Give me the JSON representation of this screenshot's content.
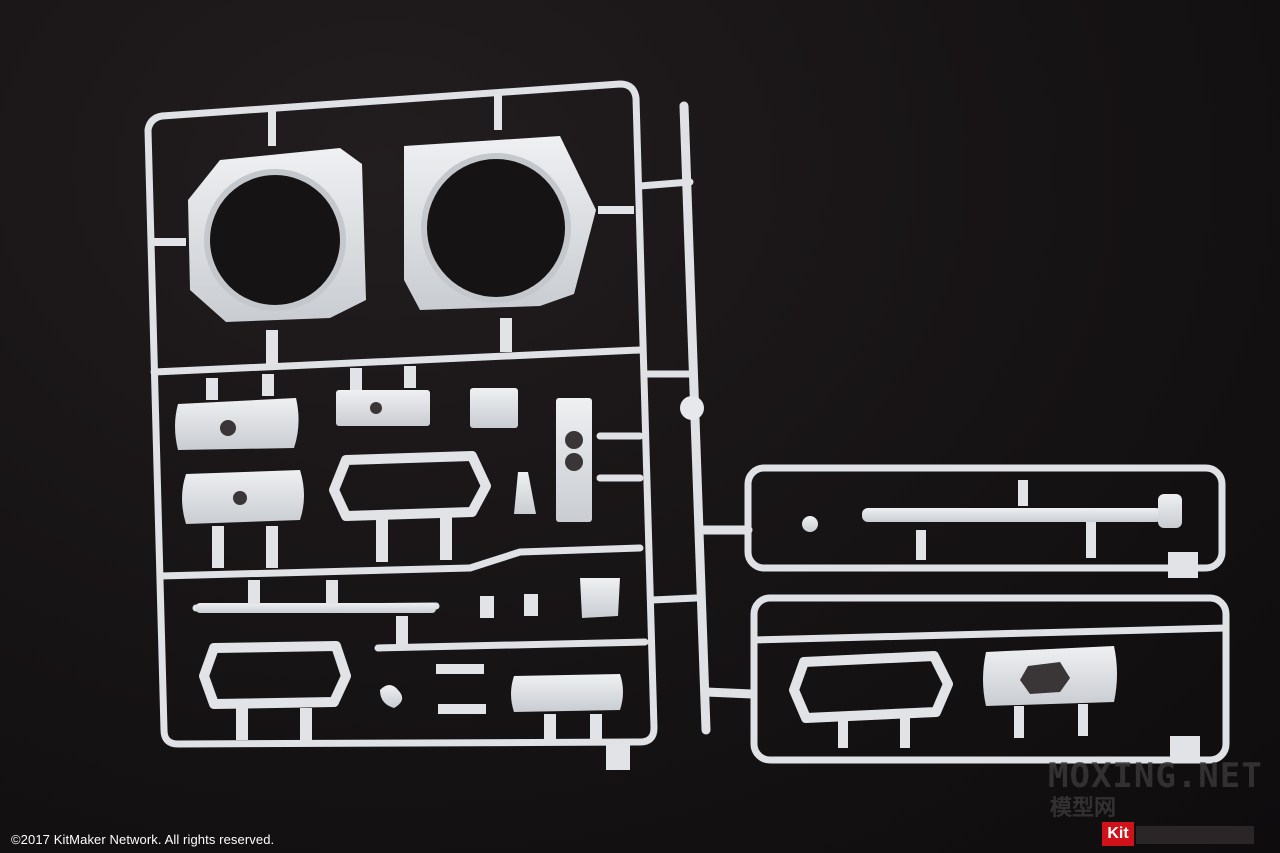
{
  "photo": {
    "subject": "plastic-model-sprue",
    "background_color": "#141112",
    "plastic_color": "#e3e5e8",
    "plastic_shadow_color": "#b9bcc1"
  },
  "caption": {
    "copyright": "©2017 KitMaker Network. All rights reserved."
  },
  "watermark": {
    "latin": "MOXING.NET",
    "cjk": "模型网",
    "badge": "Kit",
    "badge_color": "#d0121b"
  }
}
